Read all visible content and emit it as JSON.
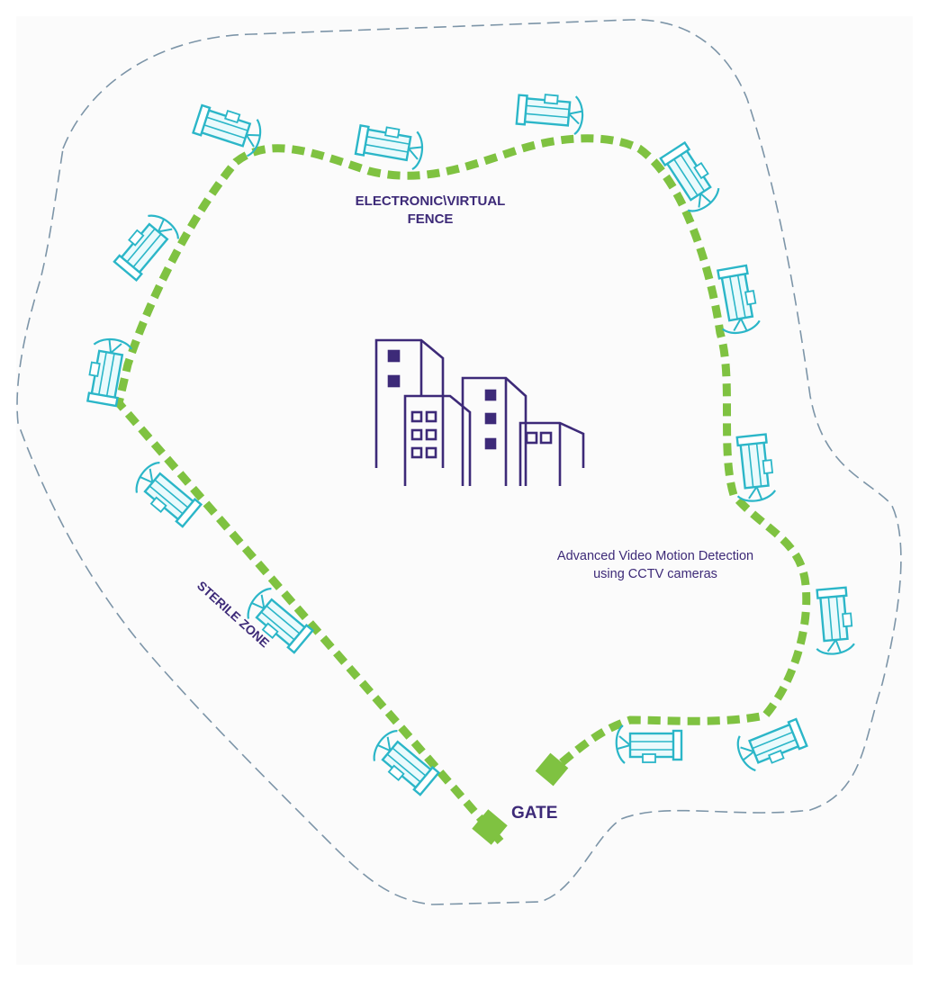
{
  "labels": {
    "fence_line1": "ELECTRONIC\\VIRTUAL",
    "fence_line2": "FENCE",
    "sterile_zone": "STERILE ZONE",
    "gate": "GATE",
    "detection_line1": "Advanced Video Motion Detection",
    "detection_line2": "using CCTV cameras"
  },
  "colors": {
    "background": "#fbfbfb",
    "fence": "#7fc241",
    "camera": "#2bb6c8",
    "building": "#3d2a78",
    "label": "#3d2a78",
    "boundary": "#7d95a8"
  },
  "cameras": [
    {
      "id": 1,
      "icon": "cctv-camera-icon"
    },
    {
      "id": 2,
      "icon": "cctv-camera-icon"
    },
    {
      "id": 3,
      "icon": "cctv-camera-icon"
    },
    {
      "id": 4,
      "icon": "cctv-camera-icon"
    },
    {
      "id": 5,
      "icon": "cctv-camera-icon"
    },
    {
      "id": 6,
      "icon": "cctv-camera-icon"
    },
    {
      "id": 7,
      "icon": "cctv-camera-icon"
    },
    {
      "id": 8,
      "icon": "cctv-camera-icon"
    },
    {
      "id": 9,
      "icon": "cctv-camera-icon"
    },
    {
      "id": 10,
      "icon": "cctv-camera-icon"
    },
    {
      "id": 11,
      "icon": "cctv-camera-icon"
    },
    {
      "id": 12,
      "icon": "cctv-camera-icon"
    },
    {
      "id": 13,
      "icon": "cctv-camera-icon"
    },
    {
      "id": 14,
      "icon": "cctv-camera-icon"
    },
    {
      "id": 15,
      "icon": "cctv-camera-icon"
    }
  ]
}
